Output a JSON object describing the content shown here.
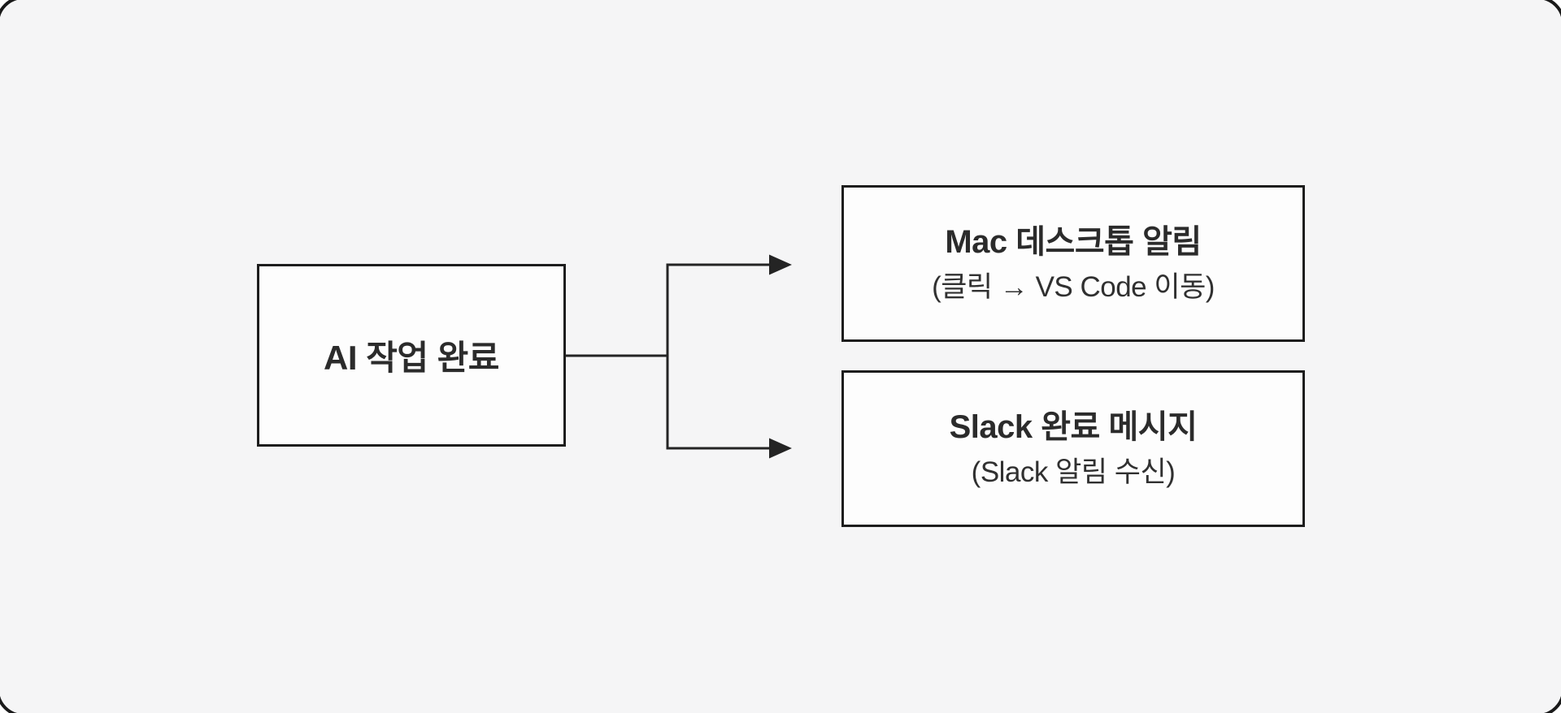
{
  "theme": {
    "canvas_bg": "#f5f5f6",
    "frame_color": "#1a1a1a",
    "line_color": "#242424",
    "node_bg": "#fdfdfd",
    "node_border": "#1d1d1d",
    "text_color": "#2b2b2b"
  },
  "diagram": {
    "nodes": {
      "source": {
        "label": "AI 작업 완료"
      },
      "target_top": {
        "title": "Mac 데스크톱 알림",
        "subtitle": "(클릭 → VS Code 이동)"
      },
      "target_bottom": {
        "title": "Slack 완료 메시지",
        "subtitle": "(Slack 알림 수신)"
      }
    },
    "edges": [
      {
        "from": "source",
        "to": "target_top",
        "style": "elbow-arrow"
      },
      {
        "from": "source",
        "to": "target_bottom",
        "style": "elbow-arrow"
      }
    ]
  }
}
